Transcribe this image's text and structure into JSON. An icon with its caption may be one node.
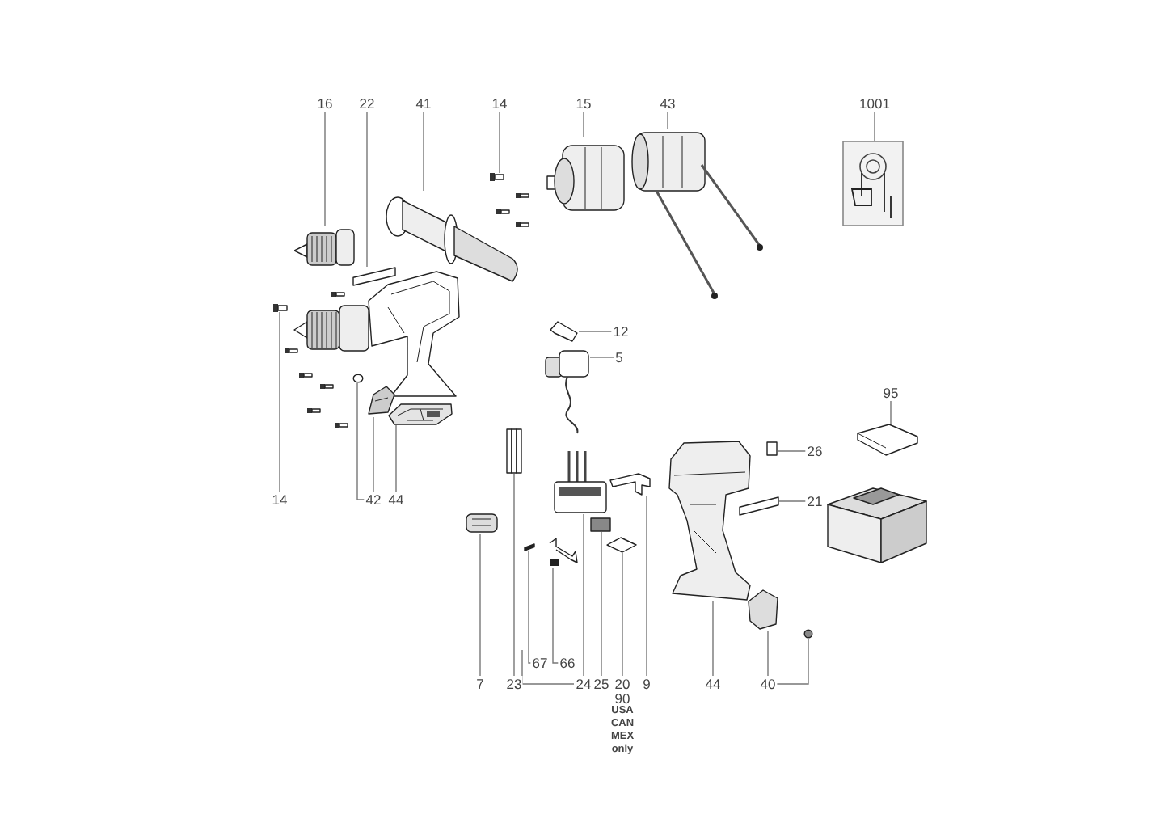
{
  "diagram": {
    "nodes": [
      {
        "text": [
          "16"
        ]
      },
      {
        "text": [
          "22"
        ]
      },
      {
        "text": [
          "41"
        ]
      },
      {
        "text": [
          "14"
        ]
      },
      {
        "text": [
          "15"
        ]
      },
      {
        "text": [
          "43"
        ]
      },
      {
        "text": [
          "1001"
        ]
      },
      {
        "text": [
          "12"
        ]
      },
      {
        "text": [
          "5"
        ]
      },
      {
        "text": [
          "95"
        ]
      },
      {
        "text": [
          "26"
        ]
      },
      {
        "text": [
          "21"
        ]
      },
      {
        "text": [
          "14"
        ]
      },
      {
        "text": [
          "42"
        ]
      },
      {
        "text": [
          "44"
        ]
      },
      {
        "text": [
          "7"
        ]
      },
      {
        "text": [
          "23"
        ]
      },
      {
        "text": [
          "67"
        ]
      },
      {
        "text": [
          "66"
        ]
      },
      {
        "text": [
          "24"
        ]
      },
      {
        "text": [
          "25"
        ]
      },
      {
        "text": [
          "20"
        ]
      },
      {
        "text": [
          "9"
        ]
      },
      {
        "text": [
          "44"
        ]
      },
      {
        "text": [
          "40"
        ]
      },
      {
        "text": [],
        "shape": "picture"
      },
      {
        "text": [],
        "shape": "bar"
      },
      {
        "text": [],
        "shape": "picture"
      },
      {
        "text": [],
        "shape": "picture"
      },
      {
        "text": [],
        "shape": "picture"
      },
      {
        "text": [],
        "shape": "picture"
      },
      {
        "text": [],
        "shape": "picture"
      },
      {
        "text": [],
        "shape": "picture"
      },
      {
        "text": [],
        "shape": "picture"
      },
      {
        "text": [],
        "shape": "picture"
      },
      {
        "text": [],
        "shape": "box"
      },
      {
        "text": [],
        "shape": "bar"
      },
      {
        "text": [],
        "shape": "picture"
      },
      {
        "text": [],
        "shape": "circle"
      },
      {
        "text": [],
        "shape": "picture"
      },
      {
        "text": [],
        "shape": "picture"
      },
      {
        "text": [],
        "shape": "picture"
      },
      {
        "text": [],
        "shape": "picture"
      },
      {
        "text": [],
        "shape": "bar"
      },
      {
        "text": [],
        "shape": "picture"
      },
      {
        "text": [],
        "shape": "picture"
      },
      {
        "text": [],
        "shape": "box"
      },
      {
        "text": [],
        "shape": "picture"
      },
      {
        "text": [],
        "shape": "picture"
      },
      {
        "text": [],
        "shape": "picture"
      },
      {
        "text": [],
        "shape": "picture"
      },
      {
        "text": [],
        "shape": "circle"
      }
    ],
    "edges": [
      {
        "from": 0,
        "to": 25,
        "arrow": "none"
      },
      {
        "from": 1,
        "to": 26,
        "arrow": "none"
      },
      {
        "from": 2,
        "to": 27,
        "arrow": "none"
      },
      {
        "from": 3,
        "to": 28,
        "arrow": "none"
      },
      {
        "from": 4,
        "to": 29,
        "arrow": "none"
      },
      {
        "from": 5,
        "to": 30,
        "arrow": "none"
      },
      {
        "from": 6,
        "to": 31,
        "arrow": "none"
      },
      {
        "from": 7,
        "to": 32,
        "arrow": "none"
      },
      {
        "from": 8,
        "to": 33,
        "arrow": "none"
      },
      {
        "from": 9,
        "to": 34,
        "arrow": "none"
      },
      {
        "from": 10,
        "to": 35,
        "arrow": "none"
      },
      {
        "from": 11,
        "to": 36,
        "arrow": "none"
      },
      {
        "from": 12,
        "to": 37,
        "arrow": "none"
      },
      {
        "from": 13,
        "to": 38,
        "arrow": "none"
      },
      {
        "from": 13,
        "to": 39,
        "arrow": "none"
      },
      {
        "from": 14,
        "to": 40,
        "arrow": "none"
      },
      {
        "from": 15,
        "to": 41,
        "arrow": "none"
      },
      {
        "from": 16,
        "to": 42,
        "arrow": "none"
      },
      {
        "from": 17,
        "to": 43,
        "arrow": "none"
      },
      {
        "from": 18,
        "to": 44,
        "arrow": "none"
      },
      {
        "from": 19,
        "to": 45,
        "arrow": "none"
      },
      {
        "from": 20,
        "to": 46,
        "arrow": "none"
      },
      {
        "from": 21,
        "to": 47,
        "arrow": "none"
      },
      {
        "from": 22,
        "to": 48,
        "arrow": "none"
      },
      {
        "from": 23,
        "to": 49,
        "arrow": "none"
      },
      {
        "from": 24,
        "to": 50,
        "arrow": "none"
      },
      {
        "from": 24,
        "to": 51,
        "arrow": "none"
      }
    ],
    "labels": [
      "90",
      "USA CAN MEX only"
    ]
  }
}
